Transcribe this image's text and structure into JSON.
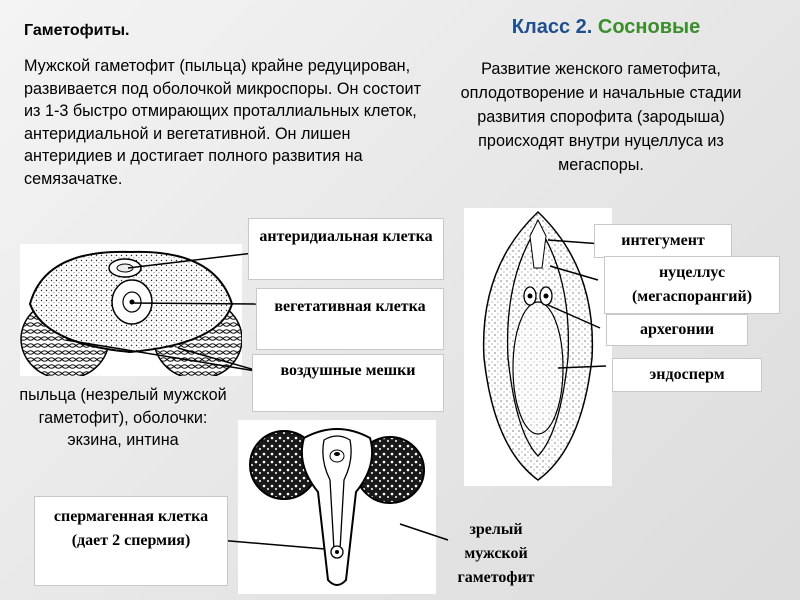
{
  "left": {
    "heading": "Гаметофиты.",
    "paragraph": "Мужской гаметофит (пыльца) крайне редуцирован, развивается под оболочкой микроспоры. Он состоит из 1-3 быстро отмирающих проталлиальных клеток, антеридиальной и вегетативной. Он лишен антеридиев и достигает полного развития на семязачатке.",
    "pollen_caption": "пыльца (незрелый мужской гаметофит), оболочки: экзина, интина"
  },
  "right": {
    "class_prefix": "Класс 2.",
    "class_name": "Сосновые",
    "paragraph": "Развитие женского гаметофита, оплодотворение и начальные стадии развития спорофита (зародыша) происходят внутри нуцеллуса из мегаспоры."
  },
  "labels": {
    "antheridial": "антеридиальная клетка",
    "vegetative": "вегетативная клетка",
    "air_sacs": "воздушные мешки",
    "spermagenous": "спермагенная клетка (дает 2 спермия)",
    "mature": "зрелый мужской гаметофит",
    "integument": "интегумент",
    "nucellus": "нуцеллус (мегаспорангий)",
    "archegonia": "архегонии",
    "endosperm": "эндосперм"
  },
  "colors": {
    "class_prefix": "#1f4f8f",
    "class_name": "#3c8d2b"
  }
}
